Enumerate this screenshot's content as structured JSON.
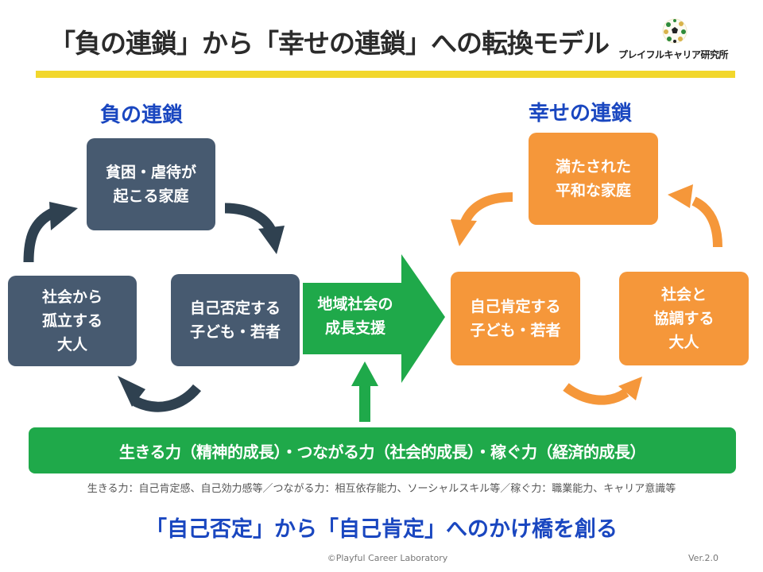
{
  "header": {
    "title": "「負の連鎖」から「幸せの連鎖」への転換モデル",
    "logo_text": "プレイフルキャリア研究所",
    "logo_icon": "soccer-ball-icon"
  },
  "colors": {
    "accent_yellow": "#f2d72c",
    "title_blue": "#1a47c0",
    "negative_box": "#475a70",
    "negative_arrow": "#2f4150",
    "positive_box": "#f5973a",
    "support_green": "#1fa94a"
  },
  "negative_chain": {
    "title": "負の連鎖",
    "nodes": [
      {
        "label": "貧困・虐待が\n起こる家庭"
      },
      {
        "label": "自己否定する\n子ども・若者"
      },
      {
        "label": "社会から\n孤立する\n大人"
      }
    ]
  },
  "bridge": {
    "label": "地域社会の\n成長支援"
  },
  "positive_chain": {
    "title": "幸せの連鎖",
    "nodes": [
      {
        "label": "満たされた\n平和な家庭"
      },
      {
        "label": "自己肯定する\n子ども・若者"
      },
      {
        "label": "社会と\n協調する\n大人"
      }
    ]
  },
  "growth_bar": {
    "label": "生きる力（精神的成長）・つながる力（社会的成長）・稼ぐ力（経済的成長）"
  },
  "note": "生きる力：自己肯定感、自己効力感等／つながる力：相互依存能力、ソーシャルスキル等／稼ぐ力：職業能力、キャリア意識等",
  "tagline": "「自己否定」から「自己肯定」へのかけ橋を創る",
  "footer": {
    "copyright": "©Playful Career Laboratory",
    "version": "Ver.2.0"
  }
}
